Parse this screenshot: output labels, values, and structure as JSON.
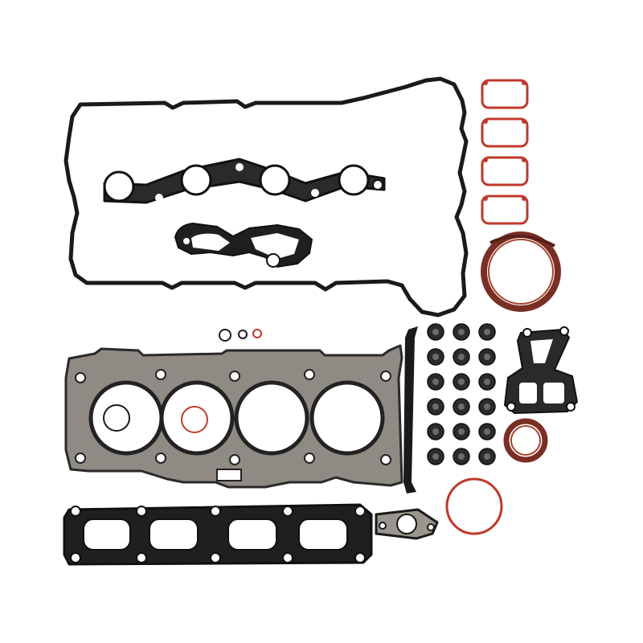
{
  "image": {
    "subject": "engine-full-gasket-set-product-photo",
    "background": "#ffffff"
  },
  "colors": {
    "black_gasket": "#1a1a1a",
    "steel_gasket": "#8f8a83",
    "steel_edge": "#2a2a2a",
    "red_rubber": "#c0392b",
    "oil_seal": "#7a2f24"
  },
  "parts": {
    "valve_cover_gasket": 1,
    "spark_plug_tube_seal": 1,
    "intake_manifold_gaskets": 4,
    "rear_main_seal": 1,
    "valve_stem_seals": 18,
    "head_gasket": 1,
    "exhaust_manifold_gasket": 1,
    "small_o_rings": 3,
    "front_crank_seal": 1,
    "throttle_body_o_ring": 1
  }
}
